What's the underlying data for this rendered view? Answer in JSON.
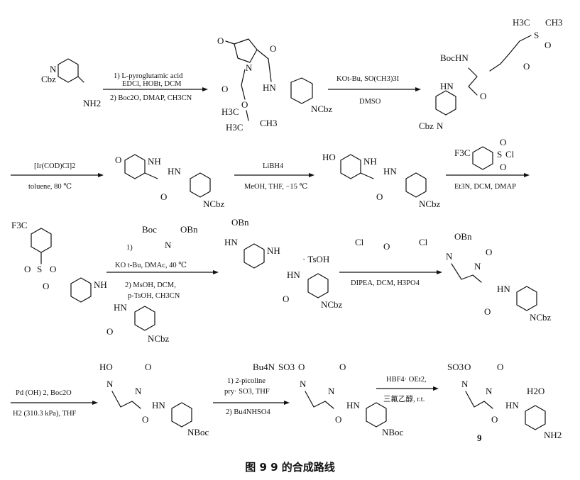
{
  "caption": "图 9  9 的合成路线",
  "compound_label": "9",
  "reagents": {
    "r1_line1": "1) L-pyroglutamic acid",
    "r1_line2": "EDCl, HOBt, DCM",
    "r1_line3": "2) Boc2O, DMAP, CH3CN",
    "r2_line1": "KOt-Bu, SO(CH3)3I",
    "r2_line2": "DMSO",
    "r3_line1": "[Ir(COD)Cl]2",
    "r3_line2": "toluene, 80 ℃",
    "r4_line1": "LiBH4",
    "r4_line2": "MeOH, THF, −15 ℃",
    "r5_line1": "Et3N, DCM, DMAP",
    "r6_line1": "1)",
    "r6_line2": "KO t-Bu, DMAc, 40 ℃",
    "r6_line3": "2) MsOH, DCM,",
    "r6_line4": "p-TsOH, CH3CN",
    "r7_line1": "DIPEA, DCM, H3PO4",
    "r8_line1": "Pd (OH) 2, Boc2O",
    "r8_line2": "H2 (310.3 kPa), THF",
    "r9_line1": "1) 2-picoline",
    "r9_line2": "pry· SO3, THF",
    "r9_line3": "2) Bu4NHSO4",
    "r10_line1": "HBF4· OEt2,",
    "r10_line2": "三氟乙醇, r.t."
  },
  "atoms": {
    "cbz": "Cbz",
    "n": "N",
    "nh": "NH",
    "nh2": "NH2",
    "o": "O",
    "hn": "HN",
    "boc": "Boc",
    "bochn": "BocHN",
    "h3c": "H3C",
    "ch3": "CH3",
    "s": "S",
    "ho": "HO",
    "f3c": "F3C",
    "cl": "Cl",
    "obn": "OBn",
    "tsoh": "· TsOH",
    "h2o": "H2O",
    "so3": "SO3",
    "bu4n": "Bu4N",
    "nboc": "NBoc",
    "ncbz": "NCbz"
  }
}
